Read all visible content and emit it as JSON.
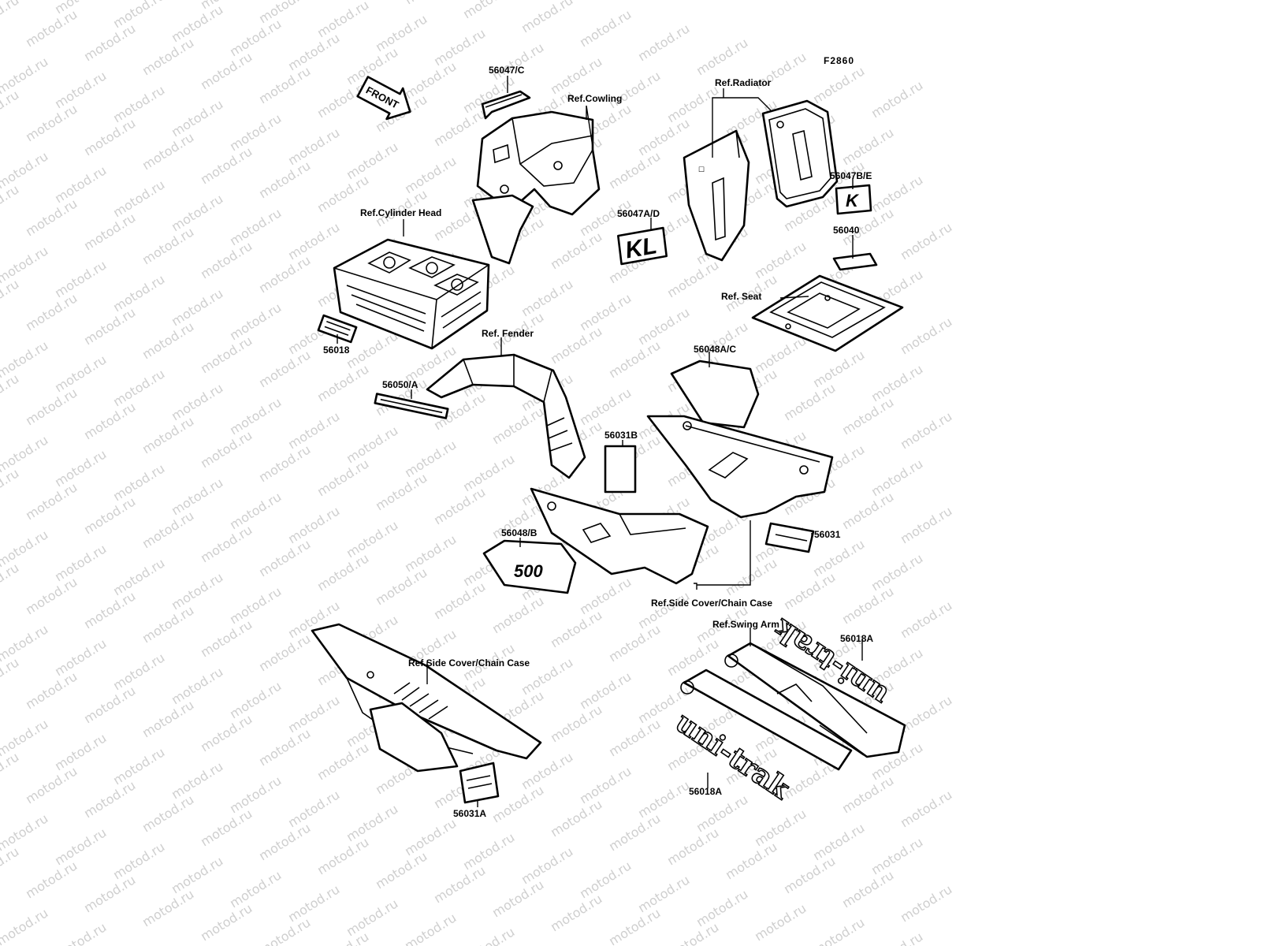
{
  "figure_code": "F2860",
  "watermark": "motod.ru",
  "logos": {
    "front_arrow": "FRONT",
    "kl": "KL",
    "engine": "500",
    "unitrak": "uni-trak",
    "k_badge": "K"
  },
  "labels": {
    "p56047c": "56047/C",
    "ref_cowling": "Ref.Cowling",
    "ref_radiator": "Ref.Radiator",
    "p56047be": "56047B/E",
    "ref_cylinder_head": "Ref.Cylinder Head",
    "p56047ad": "56047A/D",
    "p56040": "56040",
    "ref_seat": "Ref. Seat",
    "ref_fender": "Ref. Fender",
    "p56018": "56018",
    "p56048ac": "56048A/C",
    "p56050a": "56050/A",
    "p56031b": "56031B",
    "p56031": "56031",
    "p56048b": "56048/B",
    "ref_side_cover_1": "Ref.Side Cover/Chain Case",
    "ref_swing_arm": "Ref.Swing Arm",
    "p56018a_top": "56018A",
    "ref_side_cover_2": "Ref.Side Cover/Chain Case",
    "p56031a": "56031A",
    "p56018a_bottom": "56018A"
  },
  "colors": {
    "line": "#000000",
    "background": "#ffffff",
    "watermark": "#cfcfcf"
  }
}
